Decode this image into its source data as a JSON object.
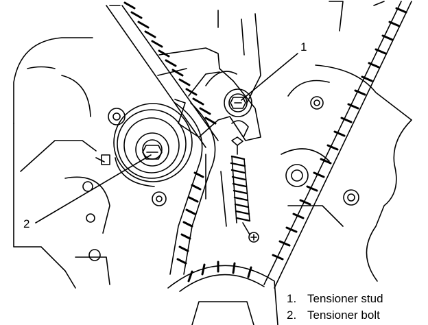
{
  "callouts": [
    {
      "number": "1",
      "target": "tensioner-stud"
    },
    {
      "number": "2",
      "target": "tensioner-bolt"
    }
  ],
  "legend": [
    {
      "number": "1.",
      "label": "Tensioner stud"
    },
    {
      "number": "2.",
      "label": "Tensioner bolt"
    }
  ],
  "colors": {
    "ink": "#000000",
    "paper": "#ffffff"
  }
}
